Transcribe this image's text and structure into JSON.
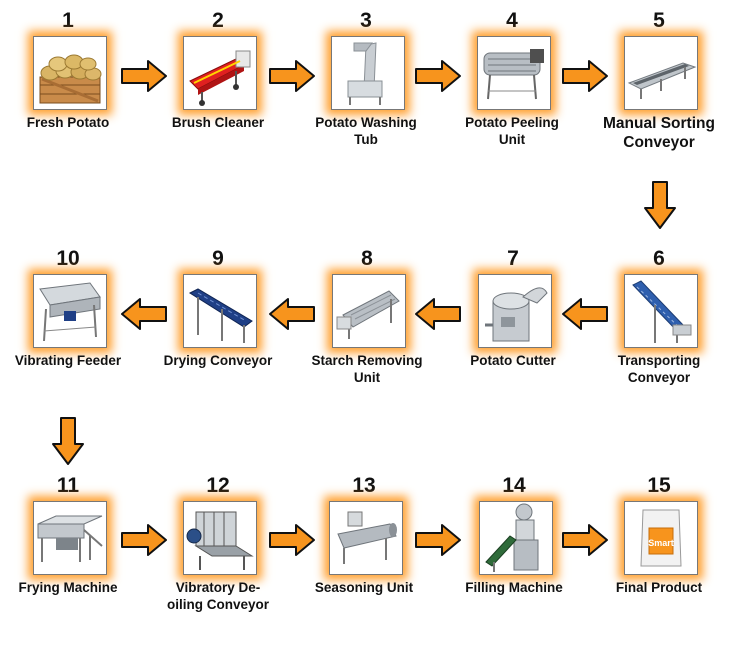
{
  "steps": [
    {
      "num": "1",
      "label": "Fresh Potato",
      "image": "potato-crate-icon"
    },
    {
      "num": "2",
      "label": "Brush Cleaner",
      "image": "brush-cleaner-icon"
    },
    {
      "num": "3",
      "label": "Potato Washing Tub",
      "image": "washing-tub-icon"
    },
    {
      "num": "4",
      "label": "Potato Peeling Unit",
      "image": "peeling-unit-icon"
    },
    {
      "num": "5",
      "label": "Manual Sorting Conveyor",
      "image": "sorting-conveyor-icon"
    },
    {
      "num": "6",
      "label": "Transporting Conveyor",
      "image": "incline-conveyor-icon"
    },
    {
      "num": "7",
      "label": "Potato Cutter",
      "image": "potato-cutter-icon"
    },
    {
      "num": "8",
      "label": "Starch Removing Unit",
      "image": "starch-drum-icon"
    },
    {
      "num": "9",
      "label": "Drying Conveyor",
      "image": "drying-conveyor-icon"
    },
    {
      "num": "10",
      "label": "Vibrating Feeder",
      "image": "vibrating-feeder-icon"
    },
    {
      "num": "11",
      "label": "Frying Machine",
      "image": "frying-machine-icon"
    },
    {
      "num": "12",
      "label": "Vibratory De-oiling Conveyor",
      "image": "deoiling-conveyor-icon"
    },
    {
      "num": "13",
      "label": "Seasoning Unit",
      "image": "seasoning-drum-icon"
    },
    {
      "num": "14",
      "label": "Filling Machine",
      "image": "filling-machine-icon"
    },
    {
      "num": "15",
      "label": "Final Product",
      "image": "product-bag-icon"
    }
  ],
  "product_bag_text": "Smart",
  "arrow_color": "#f7941d",
  "glow_color": "#ff9619"
}
